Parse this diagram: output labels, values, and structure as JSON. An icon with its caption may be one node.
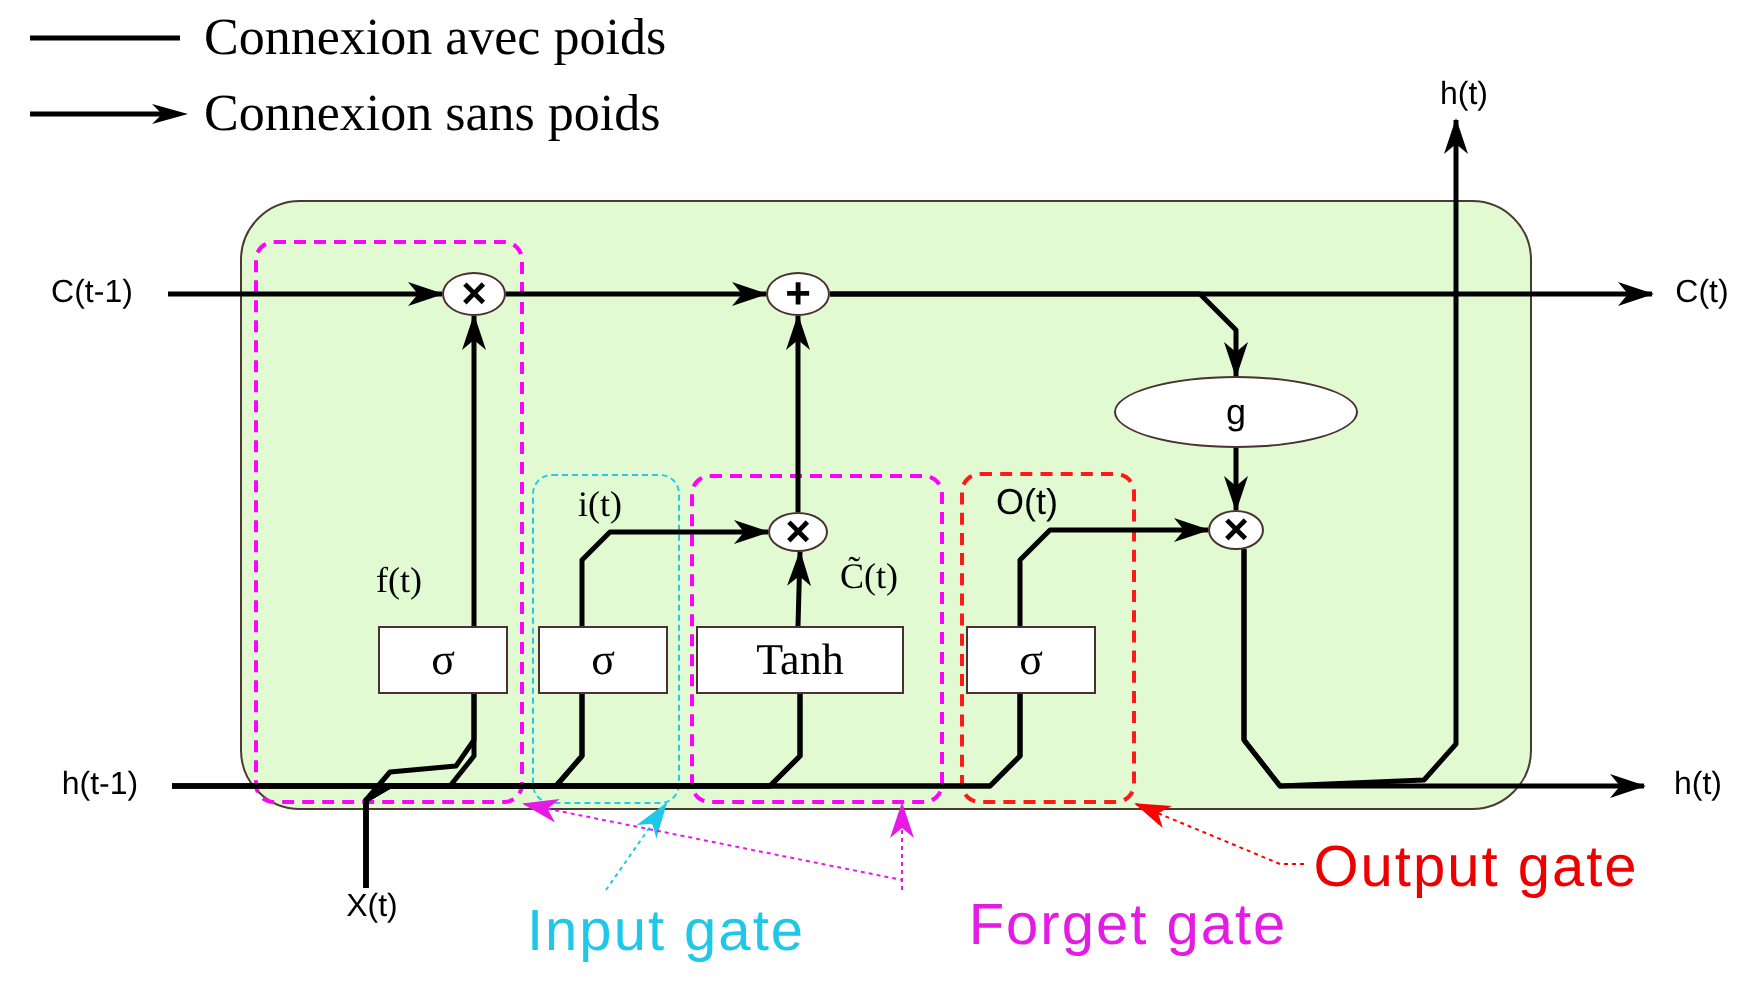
{
  "diagram": {
    "nodes": [
      {
        "text": [],
        "shape": "box"
      },
      {
        "text": [],
        "shape": "box",
        "in": 0
      },
      {
        "text": [
          "×"
        ],
        "in": 1
      },
      {
        "text": [
          "σ"
        ],
        "in": 1
      },
      {
        "text": [
          "C(t-1)"
        ]
      },
      {
        "text": [
          "+"
        ],
        "in": 0
      },
      {
        "text": [
          "C(t)"
        ]
      },
      {
        "text": [
          "g"
        ],
        "in": 0
      },
      {
        "text": [],
        "shape": "box",
        "in": 0
      },
      {
        "text": [
          "σ"
        ],
        "in": 8
      },
      {
        "text": [],
        "shape": "box",
        "in": 0
      },
      {
        "text": [
          "×"
        ],
        "in": 10
      },
      {
        "text": [
          "Tanh"
        ],
        "in": 10
      },
      {
        "text": [],
        "shape": "box",
        "in": 0
      },
      {
        "text": [
          "σ"
        ],
        "in": 13
      },
      {
        "text": [
          "×"
        ],
        "in": 0
      },
      {
        "text": [
          "h(t)"
        ]
      },
      {
        "text": [
          "h(t-1)"
        ]
      },
      {
        "text": [
          "h(t)"
        ]
      },
      {
        "text": [
          "X(t)"
        ]
      },
      {
        "text": [
          "Input gate"
        ]
      },
      {
        "text": [
          "Forget gate"
        ]
      },
      {
        "text": [
          "Output gate"
        ]
      }
    ],
    "edges": [
      {
        "from": 4,
        "to": 2,
        "arrow": "to"
      },
      {
        "from": 2,
        "to": 5,
        "arrow": "to"
      },
      {
        "from": 5,
        "to": 6,
        "arrow": "to"
      },
      {
        "from": 5,
        "to": 7,
        "arrow": "to"
      },
      {
        "from": 3,
        "to": 2,
        "arrow": "to",
        "label": "f(t)"
      },
      {
        "from": 9,
        "to": 11,
        "arrow": "to",
        "label": "i(t)"
      },
      {
        "from": 12,
        "to": 11,
        "arrow": "to",
        "label": "C̃(t)"
      },
      {
        "from": 11,
        "to": 5,
        "arrow": "to"
      },
      {
        "from": 14,
        "to": 15,
        "arrow": "to",
        "label": "O(t)"
      },
      {
        "from": 7,
        "to": 15,
        "arrow": "to"
      },
      {
        "from": 15,
        "to": 18,
        "arrow": "to"
      },
      {
        "from": 15,
        "to": 16,
        "arrow": "to"
      },
      {
        "from": 17,
        "to": 3,
        "arrow": "none"
      },
      {
        "from": 17,
        "to": 9,
        "arrow": "none"
      },
      {
        "from": 17,
        "to": 12,
        "arrow": "none"
      },
      {
        "from": 17,
        "to": 14,
        "arrow": "none"
      },
      {
        "from": 19,
        "to": 3,
        "arrow": "none"
      },
      {
        "from": 19,
        "to": 9,
        "arrow": "none"
      },
      {
        "from": 19,
        "to": 12,
        "arrow": "none"
      },
      {
        "from": 19,
        "to": 14,
        "arrow": "none"
      },
      {
        "from": 20,
        "to": 8,
        "arrow": "to",
        "style": "dashed",
        "color": "#1fc8e8"
      },
      {
        "from": 21,
        "to": 10,
        "arrow": "to",
        "style": "dashed",
        "color": "#e51ae5"
      },
      {
        "from": 21,
        "to": 1,
        "arrow": "to",
        "style": "dashed",
        "color": "#e51ae5"
      },
      {
        "from": 22,
        "to": 13,
        "arrow": "to",
        "style": "dashed",
        "color": "#ff0000"
      }
    ],
    "legend": [
      {
        "text": "Connexion avec poids"
      },
      {
        "text": "Connexion sans poids"
      }
    ]
  }
}
